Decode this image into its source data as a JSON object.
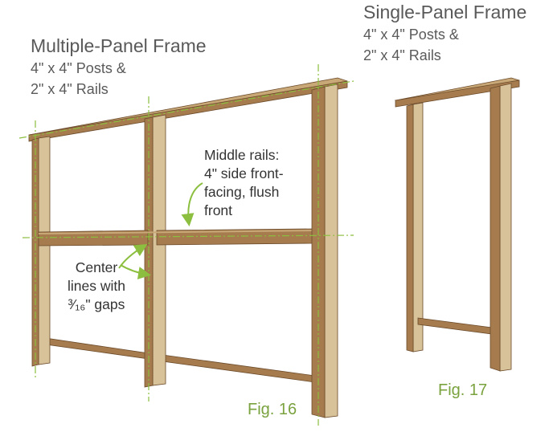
{
  "diagram": {
    "multi": {
      "title": "Multiple-Panel Frame",
      "posts": "4\" x 4\" Posts &",
      "rails": "2\" x 4\" Rails",
      "fig": "Fig. 16"
    },
    "single": {
      "title": "Single-Panel Frame",
      "posts": "4\" x 4\" Posts &",
      "rails": "2\" x 4\" Rails",
      "fig": "Fig. 17"
    },
    "callouts": {
      "middle_rails": [
        "Middle rails:",
        "4\" side front-",
        "facing, flush",
        "front"
      ],
      "center_lines": [
        "Center",
        "lines with",
        "³⁄₁₆\" gaps"
      ]
    },
    "colors": {
      "wood_front": "#d8c29a",
      "wood_side": "#a67c4e",
      "wood_dark": "#7a5632",
      "centerline": "#8cbf3f",
      "fig_label": "#7aa23e"
    }
  }
}
